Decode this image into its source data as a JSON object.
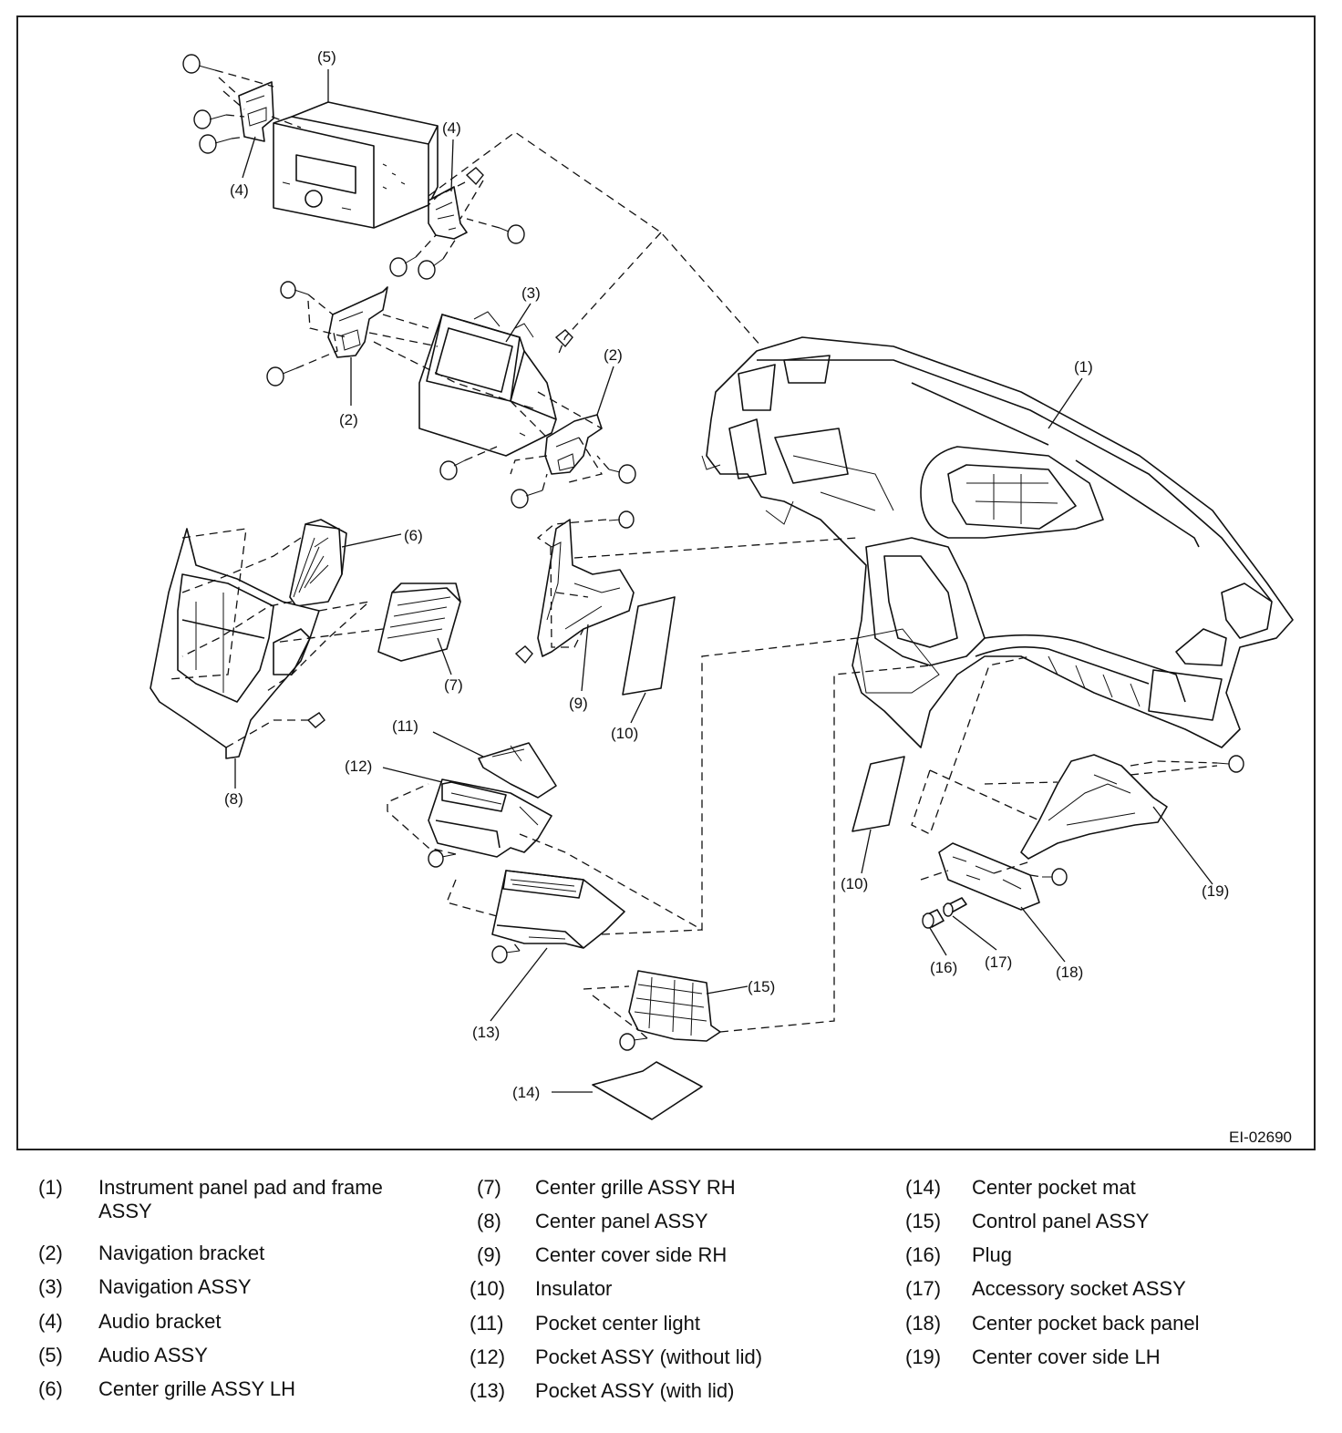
{
  "diagram": {
    "code": "EI-02690",
    "callouts": [
      {
        "id": "c5",
        "text": "(5)"
      },
      {
        "id": "c4a",
        "text": "(4)"
      },
      {
        "id": "c4b",
        "text": "(4)"
      },
      {
        "id": "c3",
        "text": "(3)"
      },
      {
        "id": "c2a",
        "text": "(2)"
      },
      {
        "id": "c2b",
        "text": "(2)"
      },
      {
        "id": "c1",
        "text": "(1)"
      },
      {
        "id": "c6",
        "text": "(6)"
      },
      {
        "id": "c7",
        "text": "(7)"
      },
      {
        "id": "c8",
        "text": "(8)"
      },
      {
        "id": "c9",
        "text": "(9)"
      },
      {
        "id": "c10a",
        "text": "(10)"
      },
      {
        "id": "c10b",
        "text": "(10)"
      },
      {
        "id": "c11",
        "text": "(11)"
      },
      {
        "id": "c12",
        "text": "(12)"
      },
      {
        "id": "c13",
        "text": "(13)"
      },
      {
        "id": "c14",
        "text": "(14)"
      },
      {
        "id": "c15",
        "text": "(15)"
      },
      {
        "id": "c16",
        "text": "(16)"
      },
      {
        "id": "c17",
        "text": "(17)"
      },
      {
        "id": "c18",
        "text": "(18)"
      },
      {
        "id": "c19",
        "text": "(19)"
      }
    ]
  },
  "legend": {
    "columns": [
      [
        {
          "num": "(1)",
          "text": "Instrument panel pad and frame ASSY"
        },
        {
          "num": "(2)",
          "text": "Navigation bracket"
        },
        {
          "num": "(3)",
          "text": "Navigation ASSY"
        },
        {
          "num": "(4)",
          "text": "Audio bracket"
        },
        {
          "num": "(5)",
          "text": "Audio ASSY"
        },
        {
          "num": "(6)",
          "text": "Center grille ASSY LH"
        }
      ],
      [
        {
          "num": "(7)",
          "text": "Center grille ASSY RH"
        },
        {
          "num": "(8)",
          "text": "Center panel ASSY"
        },
        {
          "num": "(9)",
          "text": "Center cover side RH"
        },
        {
          "num": "(10)",
          "text": "Insulator"
        },
        {
          "num": "(11)",
          "text": "Pocket center light"
        },
        {
          "num": "(12)",
          "text": "Pocket ASSY (without lid)"
        },
        {
          "num": "(13)",
          "text": "Pocket ASSY (with lid)"
        }
      ],
      [
        {
          "num": "(14)",
          "text": "Center pocket mat"
        },
        {
          "num": "(15)",
          "text": "Control panel ASSY"
        },
        {
          "num": "(16)",
          "text": "Plug"
        },
        {
          "num": "(17)",
          "text": "Accessory socket ASSY"
        },
        {
          "num": "(18)",
          "text": "Center pocket back panel"
        },
        {
          "num": "(19)",
          "text": "Center cover side LH"
        }
      ]
    ]
  }
}
